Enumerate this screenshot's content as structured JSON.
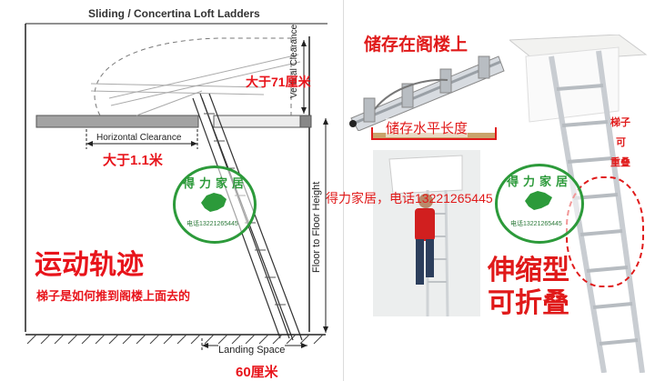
{
  "left_panel": {
    "title": "Sliding / Concertina Loft Ladders",
    "horizontal_clearance": "Horizontal Clearance",
    "vertical_clearance": "Vertical Clearance",
    "floor_to_floor": "Floor to Floor Height",
    "landing_space": "Landing Space",
    "dim_vertical_cn": "大于71厘米",
    "dim_horizontal_cn": "大于1.1米",
    "dim_landing_cn": "60厘米",
    "motion_title_cn": "运动轨迹",
    "motion_sub_cn": "梯子是如何推到阁楼上面去的"
  },
  "watermark": {
    "brand_cn": "得力家居",
    "phone_short": "电话13221265445",
    "overlay_text": "得力家居，电话13221265445"
  },
  "right_panel": {
    "stored_cn": "储存在阁楼上",
    "stored_length_cn": "储存水平长度",
    "ladder_side_cn": [
      "梯子",
      "可",
      "重叠"
    ],
    "telescopic_cn": "伸缩型",
    "foldable_cn": "可折叠"
  },
  "colors": {
    "accent_red": "#e01a1a",
    "stamp_green": "#2c9a3a",
    "attic_floor": "#9a9a9a",
    "ladder_metal": "#c9cdd2"
  }
}
